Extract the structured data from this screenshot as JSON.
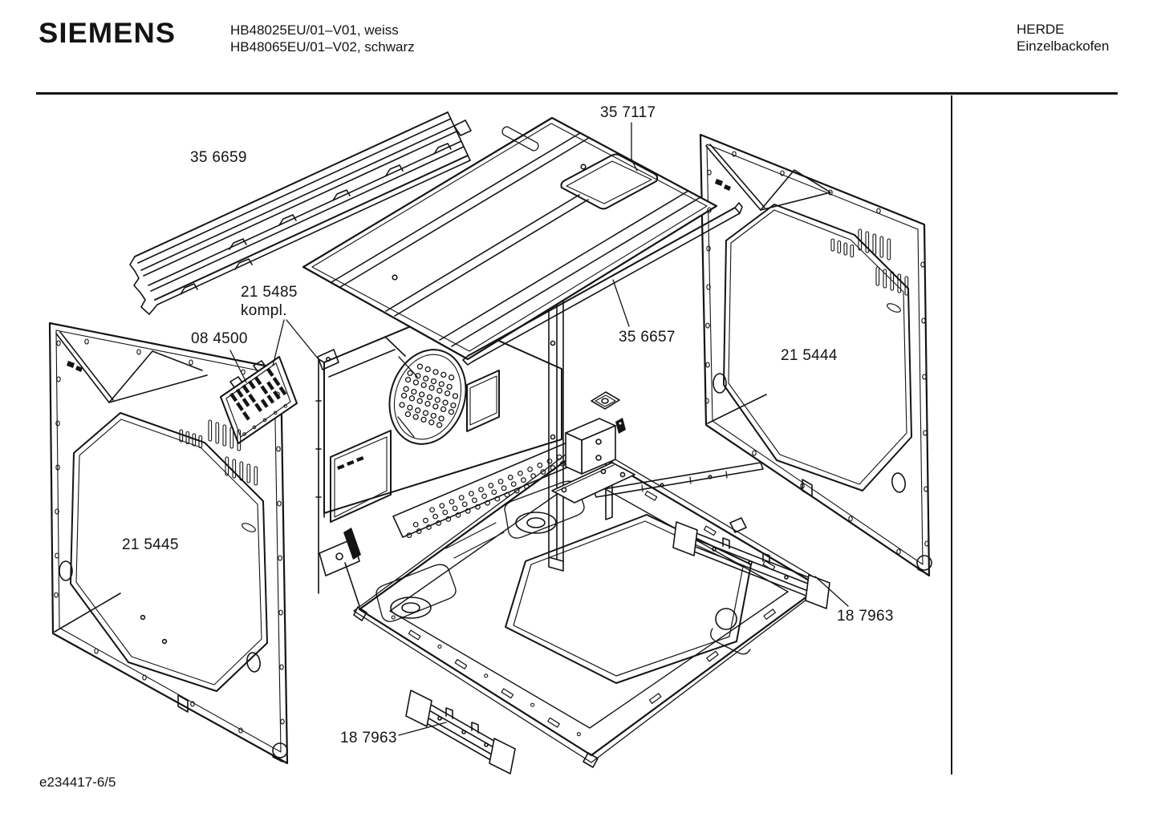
{
  "header": {
    "brand": "SIEMENS",
    "model_line1": "HB48025EU/01–V01, weiss",
    "model_line2": "HB48065EU/01–V02, schwarz",
    "category": "HERDE",
    "subcategory": "Einzelbackofen"
  },
  "diagram": {
    "title_implied": "Exploded view oven casing",
    "parts": [
      {
        "number": "35 6659"
      },
      {
        "number": "35 7117"
      },
      {
        "number": "21 5485",
        "suffix": "kompl."
      },
      {
        "number": "08 4500"
      },
      {
        "number": "35 6657"
      },
      {
        "number": "21 5444"
      },
      {
        "number": "21 5445"
      },
      {
        "number": "18 7963"
      },
      {
        "number": "18 7963"
      }
    ],
    "colors": {
      "line": "#141414",
      "background": "#ffffff"
    }
  },
  "footer": {
    "code": "e234417-6/5"
  }
}
